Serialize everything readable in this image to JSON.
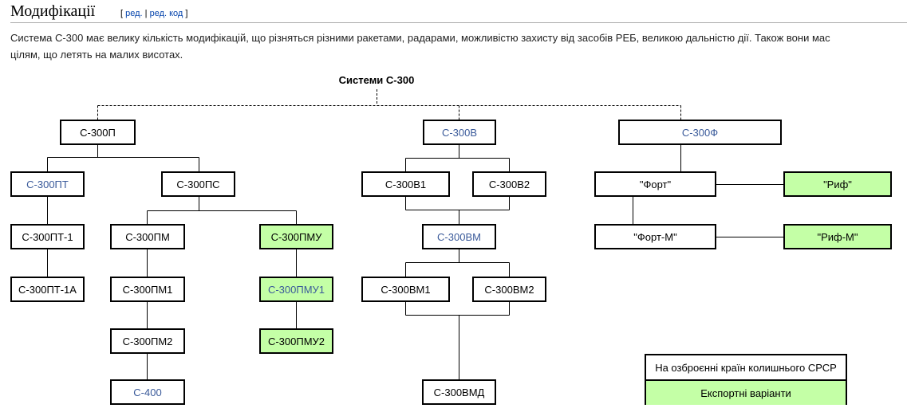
{
  "section": {
    "title": "Модифікації",
    "edit_open": "[",
    "edit_label": "ред.",
    "edit_sep": "|",
    "edit_code_label": "ред. код",
    "edit_close": "]"
  },
  "intro": {
    "line1": "Система С-300 має велику кількість модифікацій, що різняться різними ракетами, радарами, можливістю захисту від засобів РЕБ, великою дальністю дії. Також вони мас",
    "line2": "цілям, що летять на малих висотах."
  },
  "diagram": {
    "title": "Системи С-300",
    "nodes": {
      "s300p": "С-300П",
      "s300v": "С-300В",
      "s300f": "С-300Ф",
      "s300pt": "С-300ПТ",
      "s300ps": "С-300ПС",
      "s300v1": "С-300В1",
      "s300v2": "С-300В2",
      "fort": "\"Форт\"",
      "rif": "\"Риф\"",
      "s300pt1": "С-300ПТ-1",
      "s300pm": "С-300ПМ",
      "s300pmu": "С-300ПМУ",
      "s300vm": "С-300ВМ",
      "fortm": "\"Форт-М\"",
      "rifm": "\"Риф-М\"",
      "s300pt1a": "С-300ПТ-1А",
      "s300pm1": "С-300ПМ1",
      "s300pmu1": "С-300ПМУ1",
      "s300vm1": "С-300ВМ1",
      "s300vm2": "С-300ВМ2",
      "s300pm2": "С-300ПМ2",
      "s300pmu2": "С-300ПМУ2",
      "s400": "С-400",
      "s300vmd": "С-300ВМД"
    },
    "legend": {
      "ussr": "На озброєнні країн колишнього СРСР",
      "export": "Експортні варіанти"
    }
  },
  "colors": {
    "export_fill": "#c4ffa6",
    "link_text": "#3a5a9a",
    "wiki_link": "#0645ad"
  }
}
